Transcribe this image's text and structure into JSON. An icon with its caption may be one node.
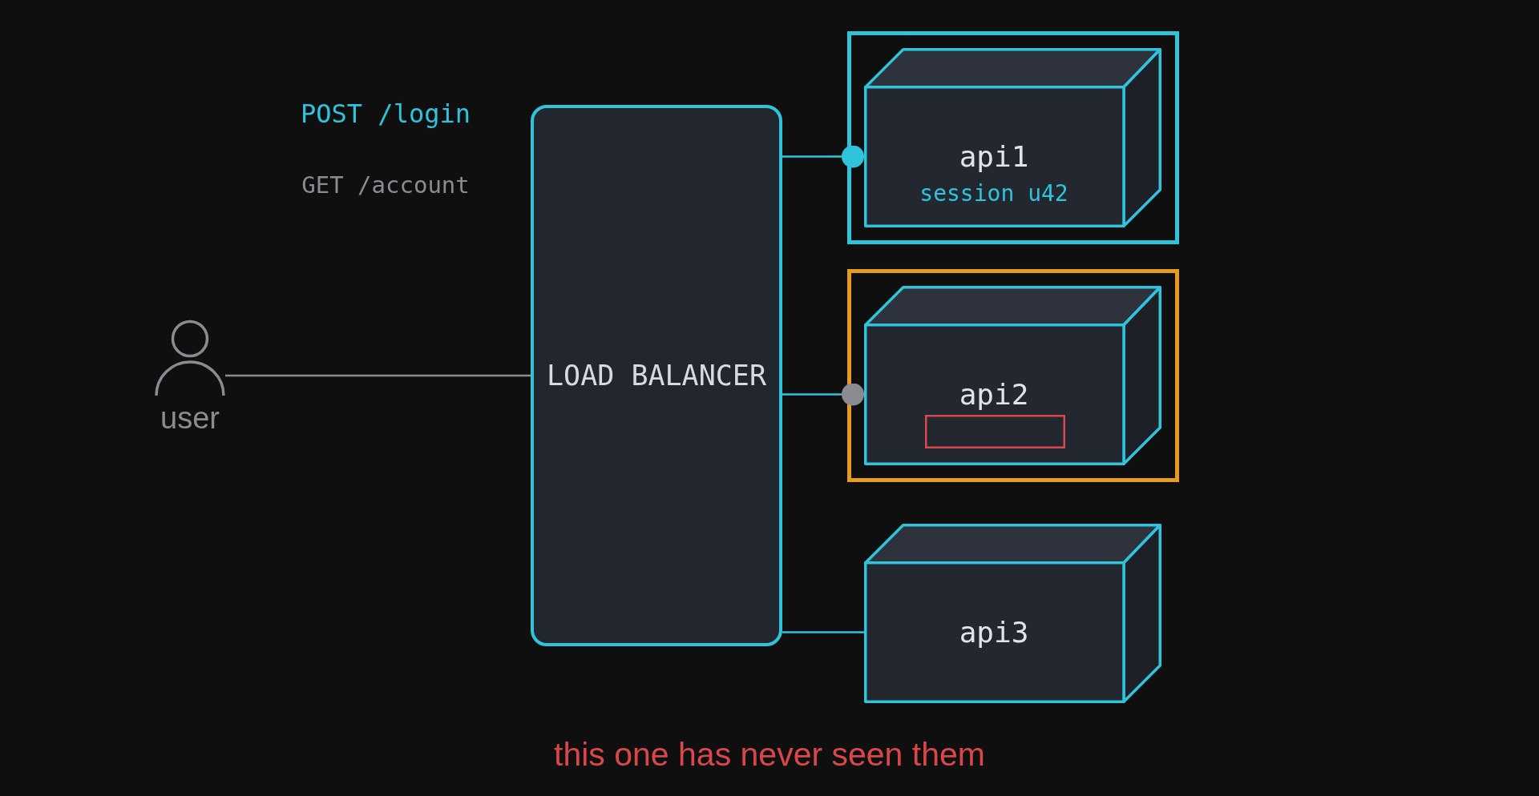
{
  "diagram": {
    "nodes": [
      {
        "text": [
          "user"
        ]
      },
      {
        "text": [
          "LOAD BALANCER"
        ]
      },
      {
        "text": [],
        "shape": "box"
      },
      {
        "text": [
          "api1",
          "session u42"
        ],
        "in": 2
      },
      {
        "text": [],
        "shape": "box"
      },
      {
        "text": [
          "api2"
        ],
        "in": 4
      },
      {
        "text": [],
        "shape": "box",
        "in": 5
      },
      {
        "text": [
          "api3"
        ]
      }
    ],
    "edges": [
      {
        "from": 0,
        "to": 1,
        "arrow": "none",
        "color": "#8b8c92"
      },
      {
        "from": 1,
        "to": 3,
        "arrow": "other"
      },
      {
        "from": 1,
        "to": 5,
        "arrow": "other"
      },
      {
        "from": 1,
        "to": 7,
        "arrow": "none"
      }
    ],
    "labels": [
      "POST /login",
      "GET /account",
      "this one has never seen them"
    ]
  }
}
